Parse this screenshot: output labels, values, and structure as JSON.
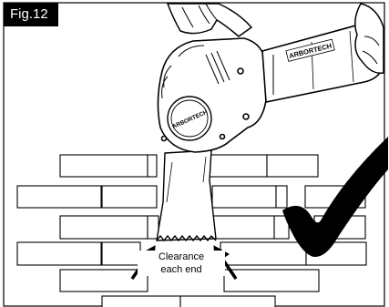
{
  "figure": {
    "label": "Fig.12",
    "callout_line1": "Clearance",
    "callout_line2": "each end",
    "brand": "ARBORTECH"
  },
  "colors": {
    "ink": "#000000",
    "paper": "#ffffff",
    "tag_background": "#000000"
  },
  "icons": [
    "check-mark-icon",
    "arrow-up-right-icon",
    "arrow-up-left-icon"
  ]
}
